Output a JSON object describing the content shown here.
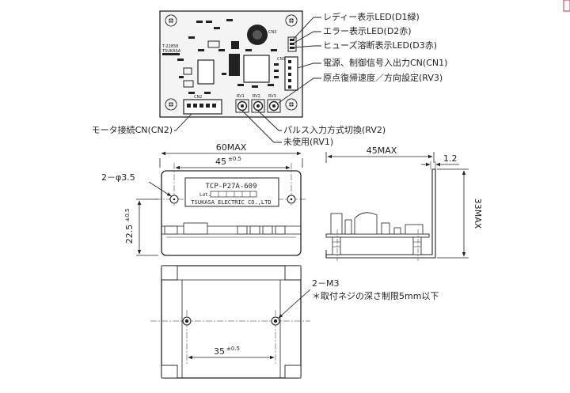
{
  "callouts": {
    "d1": "レディー表示LED(D1緑)",
    "d2": "エラー表示LED(D2赤)",
    "d3": "ヒューズ溶断表示LED(D3赤)",
    "cn1": "電源、制御信号入出力CN(CN1)",
    "rv3": "原点復帰速度／方向設定(RV3)",
    "cn2": "モータ接続CN(CN2)",
    "rv2": "パルス入力方式切換(RV2)",
    "rv1": "未使用(RV1)"
  },
  "pcb_silk": {
    "model_line1": "T-22858",
    "model_line2": "TSUKASA",
    "cn3": "CN3",
    "cn1": "CN1",
    "cn2": "CN2",
    "rv1": "RV1",
    "rv2": "RV2",
    "rv3": "RV3"
  },
  "front_view": {
    "width_label": "60MAX",
    "hole_pitch_label": "45",
    "hole_pitch_tol": "±0.5",
    "hole_label": "2－φ3.5",
    "height_label": "22.5",
    "height_tol": "±0.5",
    "nameplate_model": "TCP-P27A-609",
    "nameplate_lot": "Lot.",
    "nameplate_company": "TSUKASA ELECTRIC CO.,LTD"
  },
  "side_view": {
    "depth_label": "45MAX",
    "thickness_label": "1.2",
    "height_label": "33MAX"
  },
  "bottom_view": {
    "tap_label": "2－M3",
    "tap_note": "＊取付ネジの深さ制限5mm以下",
    "tap_pitch_label": "35",
    "tap_pitch_tol": "±0.5"
  },
  "colors": {
    "line": "#222222",
    "pcb_fill": "#f4f4f4",
    "marker": "#d43030"
  }
}
